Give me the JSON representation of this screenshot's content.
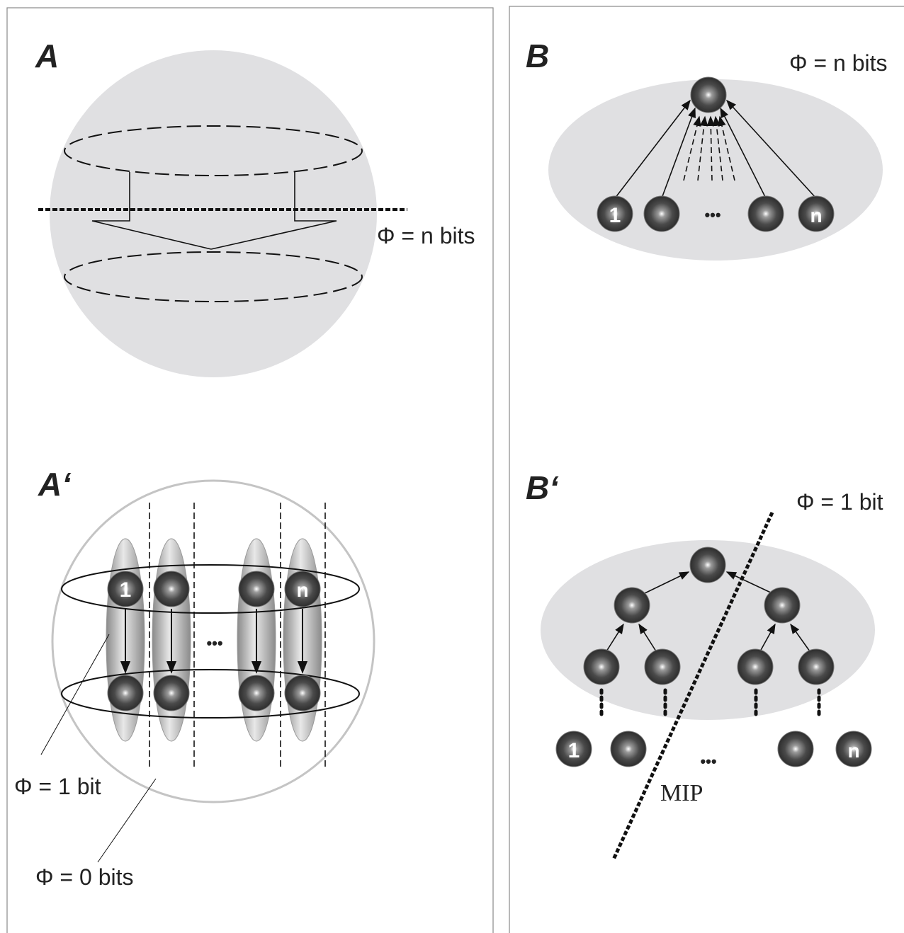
{
  "panels": {
    "A": {
      "letter": "A",
      "phi_label": "Φ = n bits"
    },
    "A_prime": {
      "letter": "A‘",
      "phi_one": "Φ = 1 bit",
      "phi_zero": "Φ = 0 bits",
      "first_label": "1",
      "last_label": "n",
      "ellipsis": "•••"
    },
    "B": {
      "letter": "B",
      "phi_label": "Φ = n bits",
      "first_label": "1",
      "last_label": "n",
      "ellipsis": "•••"
    },
    "B_prime": {
      "letter": "B‘",
      "phi_label": "Φ = 1 bit",
      "cut_label": "MIP",
      "first_label": "1",
      "last_label": "n",
      "ellipsis": "•••"
    }
  },
  "colors": {
    "region_fill": "#e0e0e2",
    "node_dark": "#2e2e2e",
    "node_light": "#f4f4f4",
    "stroke": "#222222",
    "border": "#888888"
  }
}
